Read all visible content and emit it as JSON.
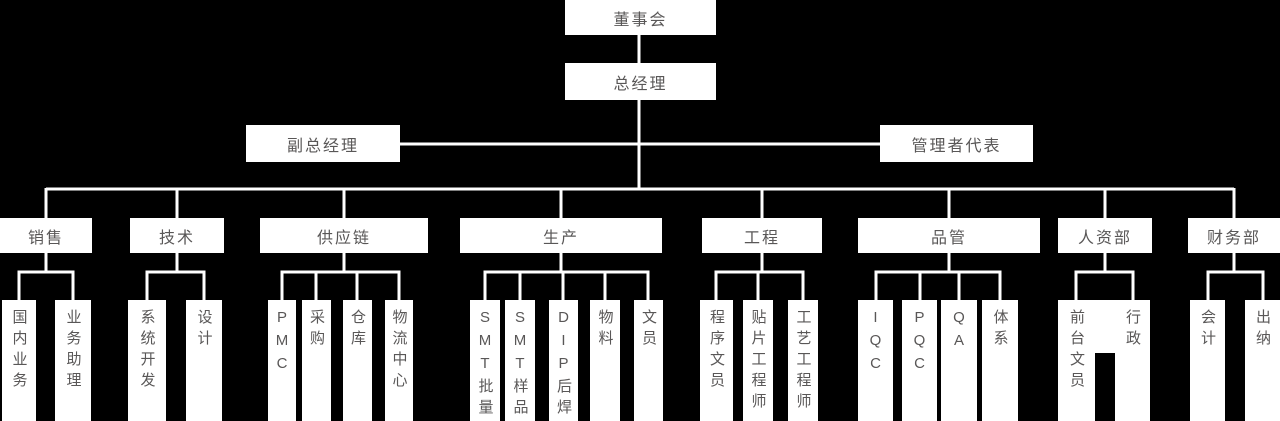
{
  "colors": {
    "background": "#000000",
    "box_bg": "#ffffff",
    "box_text": "#595757",
    "line": "#ffffff"
  },
  "org_chart": {
    "root": {
      "label": "董事会"
    },
    "general_manager": {
      "label": "总经理"
    },
    "deputy_general_manager": {
      "label": "副总经理"
    },
    "management_representative": {
      "label": "管理者代表"
    },
    "departments": [
      {
        "label": "销售",
        "children": [
          {
            "label": "国内业务"
          },
          {
            "label": "业务助理"
          }
        ]
      },
      {
        "label": "技术",
        "children": [
          {
            "label": "系统开发"
          },
          {
            "label": "设计"
          }
        ]
      },
      {
        "label": "供应链",
        "children": [
          {
            "label": "PMC"
          },
          {
            "label": "采购"
          },
          {
            "label": "仓库"
          },
          {
            "label": "物流中心"
          }
        ]
      },
      {
        "label": "生产",
        "children": [
          {
            "label": "SMT批量"
          },
          {
            "label": "SMT样品"
          },
          {
            "label": "DIP后焊"
          },
          {
            "label": "物料"
          },
          {
            "label": "文员"
          }
        ]
      },
      {
        "label": "工程",
        "children": [
          {
            "label": "程序文员"
          },
          {
            "label": "贴片工程师"
          },
          {
            "label": "工艺工程师"
          }
        ]
      },
      {
        "label": "品管",
        "children": [
          {
            "label": "IQC"
          },
          {
            "label": "PQC"
          },
          {
            "label": "QA"
          },
          {
            "label": "体系"
          }
        ]
      },
      {
        "label": "人资部",
        "children": [
          {
            "label": "前台文员"
          },
          {
            "label": "行政"
          }
        ]
      },
      {
        "label": "财务部",
        "children": [
          {
            "label": "会计"
          },
          {
            "label": "出纳"
          }
        ]
      }
    ]
  }
}
